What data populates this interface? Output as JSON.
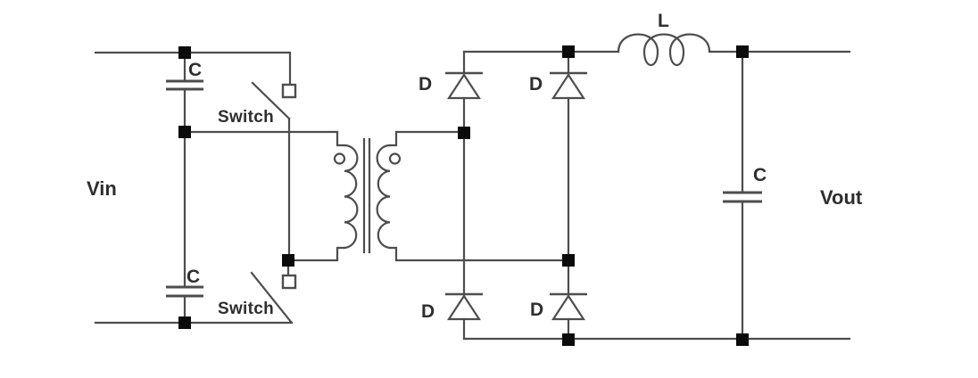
{
  "title": "Half-bridge isolated DC-DC converter schematic",
  "colors": {
    "background": "#ffffff",
    "wire": "#4d4d4d",
    "junction_node": "#0b0b0b",
    "text": "#2e2e2e"
  },
  "labels": {
    "input": "Vin",
    "output": "Vout",
    "input_cap_top": "C",
    "input_cap_bottom": "C",
    "output_cap": "C",
    "switch_top": "Switch",
    "switch_bottom": "Switch",
    "diode_top_left": "D",
    "diode_top_right": "D",
    "diode_bottom_left": "D",
    "diode_bottom_right": "D",
    "inductor": "L"
  },
  "components": [
    {
      "type": "voltage-input",
      "label": "Vin",
      "position": "left"
    },
    {
      "type": "capacitor",
      "label": "C",
      "position": "input divider, top"
    },
    {
      "type": "capacitor",
      "label": "C",
      "position": "input divider, bottom"
    },
    {
      "type": "switch",
      "label": "Switch",
      "position": "half-bridge, top",
      "state": "open"
    },
    {
      "type": "switch",
      "label": "Switch",
      "position": "half-bridge, bottom",
      "state": "open"
    },
    {
      "type": "transformer",
      "windings": 2,
      "polarity_dots": true,
      "position": "center"
    },
    {
      "type": "diode",
      "label": "D",
      "position": "rectifier bridge, top-left",
      "orientation": "cathode-up"
    },
    {
      "type": "diode",
      "label": "D",
      "position": "rectifier bridge, top-right",
      "orientation": "cathode-up"
    },
    {
      "type": "diode",
      "label": "D",
      "position": "rectifier bridge, bottom-left",
      "orientation": "cathode-up"
    },
    {
      "type": "diode",
      "label": "D",
      "position": "rectifier bridge, bottom-right",
      "orientation": "cathode-up"
    },
    {
      "type": "inductor",
      "label": "L",
      "position": "output filter, series"
    },
    {
      "type": "capacitor",
      "label": "C",
      "position": "output filter, shunt"
    },
    {
      "type": "voltage-output",
      "label": "Vout",
      "position": "right"
    }
  ]
}
